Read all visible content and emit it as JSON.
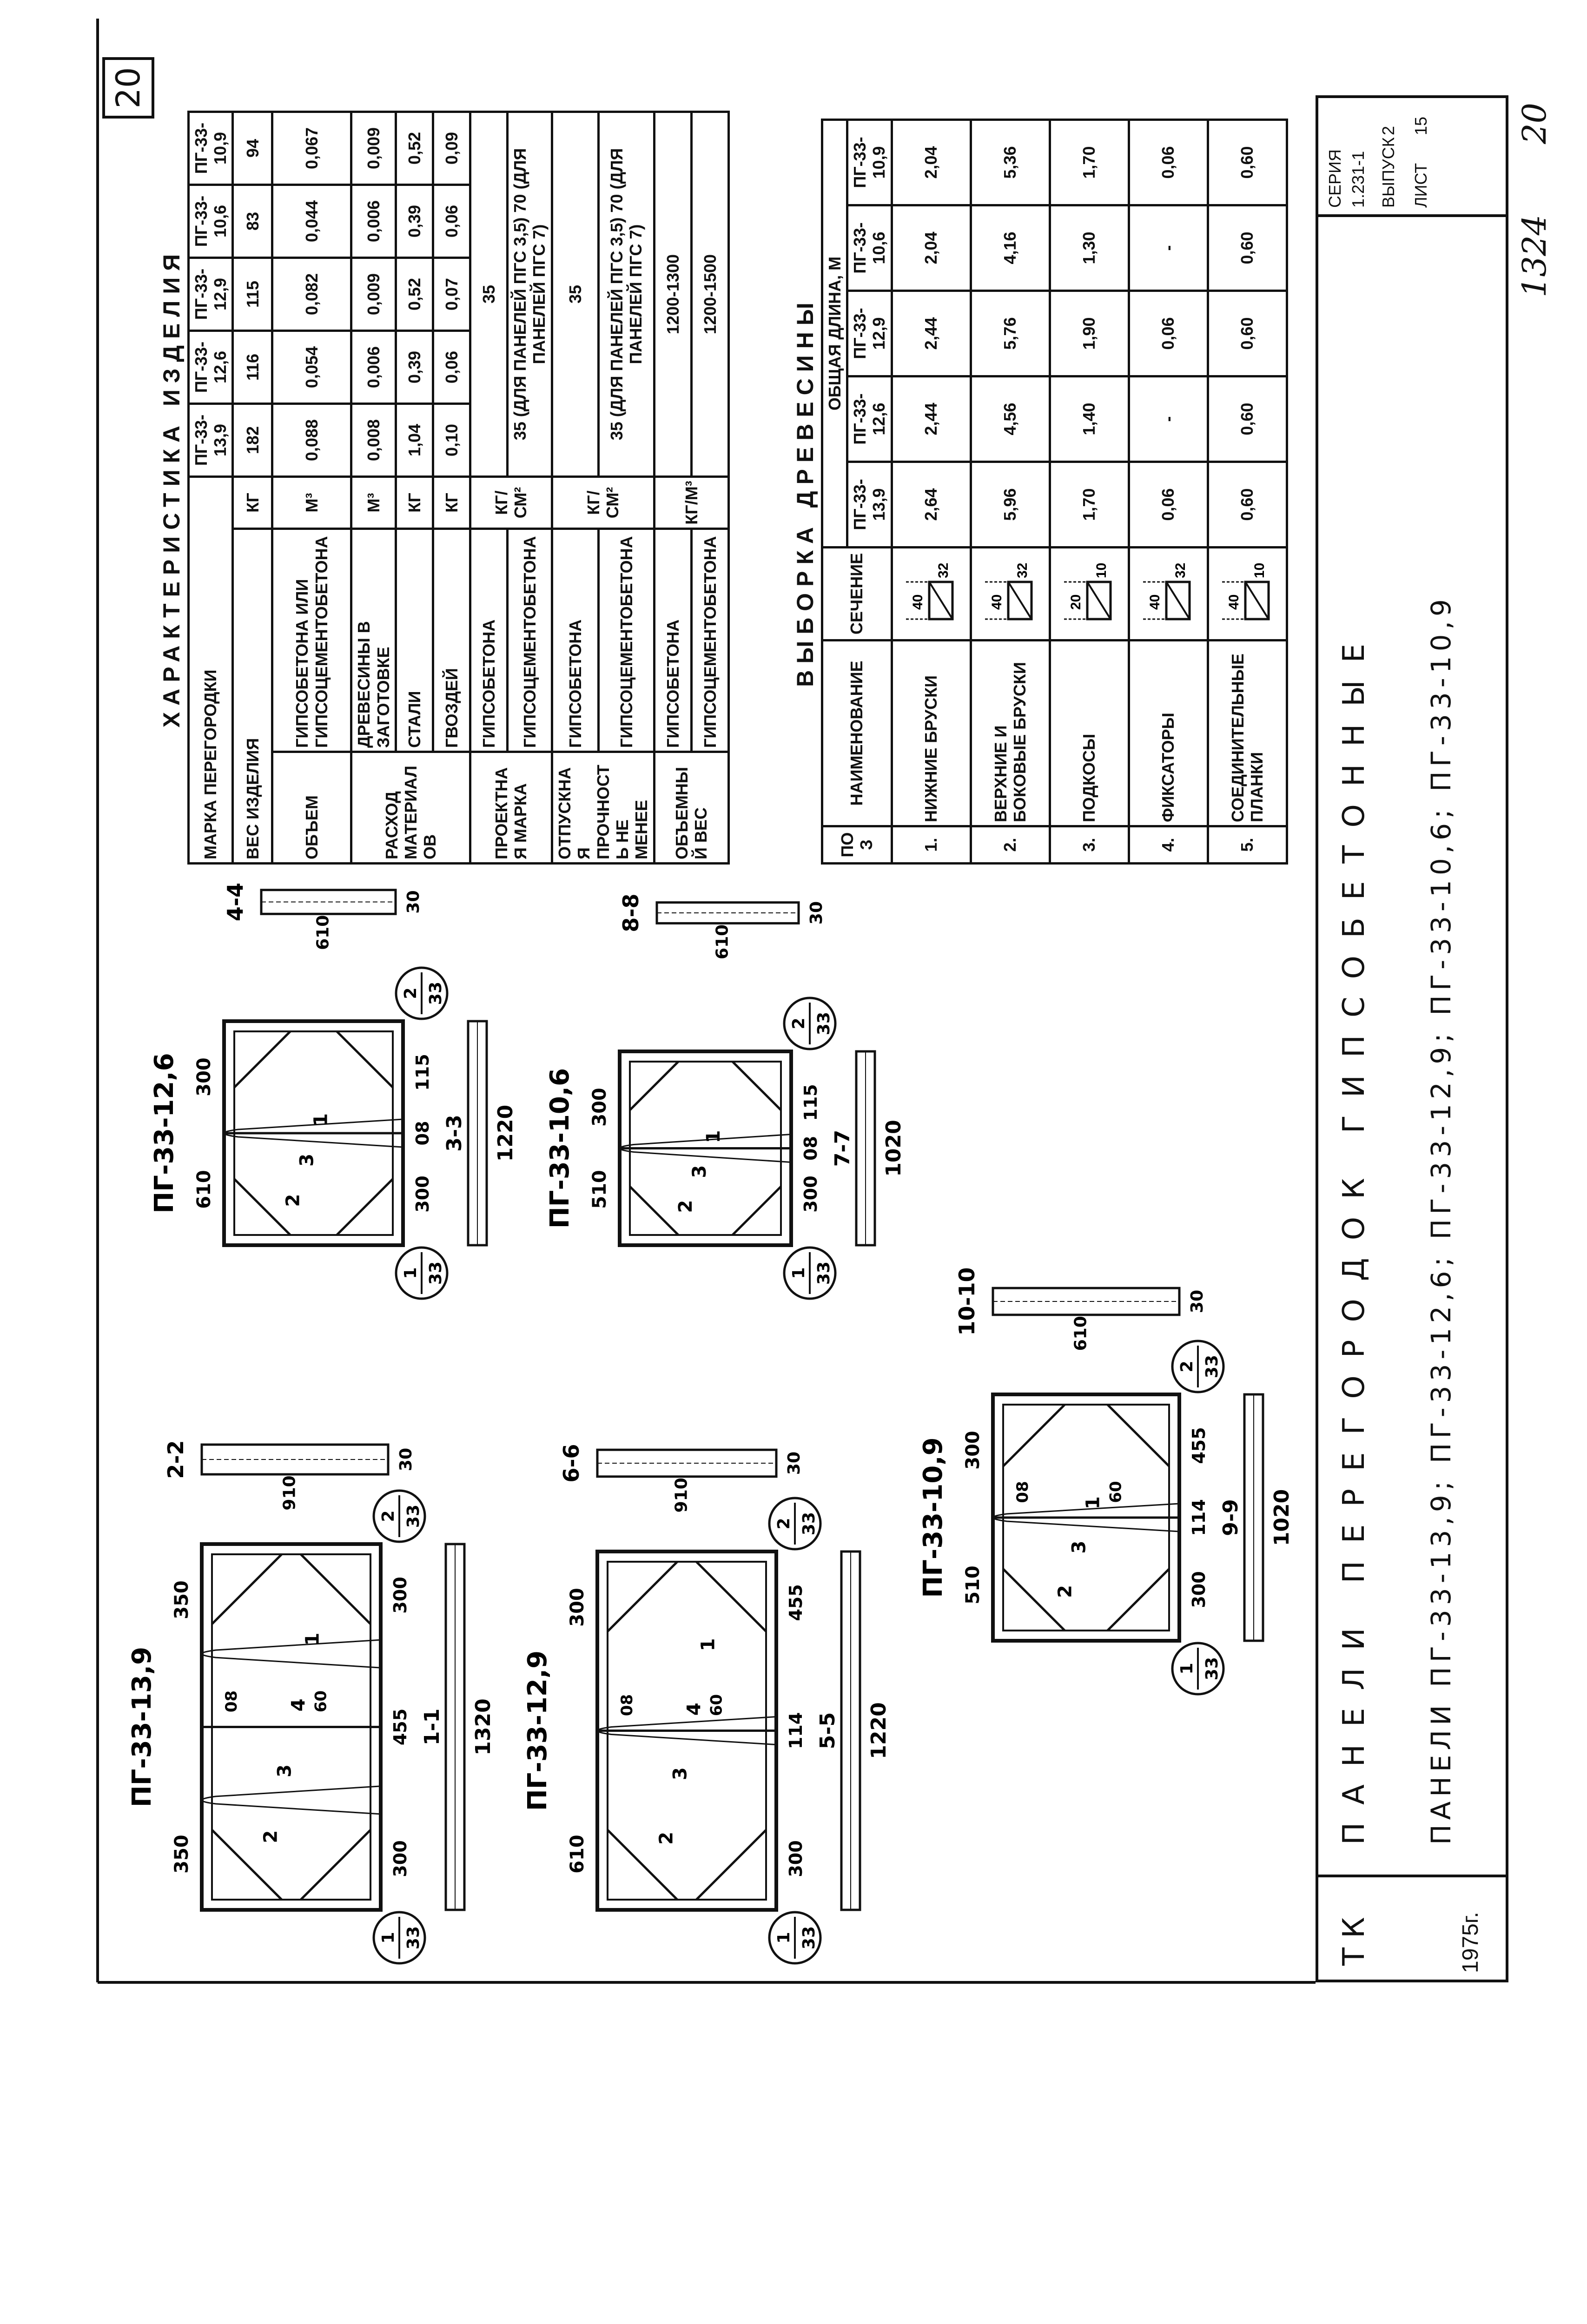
{
  "page_number": "20",
  "handwritten": {
    "sheet": "20",
    "code": "1324"
  },
  "brands": [
    "ПГ-33-13,9",
    "ПГ-33-12,6",
    "ПГ-33-12,9",
    "ПГ-33-10,6",
    "ПГ-33-10,9"
  ],
  "characteristics": {
    "caption": "ХАРАКТЕРИСТИКА ИЗДЕЛИЯ",
    "brand_header": "МАРКА ПЕРЕГОРОДКИ",
    "weight": {
      "label": "ВЕС ИЗДЕЛИЯ",
      "unit": "КГ",
      "values": [
        "182",
        "116",
        "115",
        "83",
        "94"
      ]
    },
    "volume": {
      "label": "ОБЪЕМ",
      "sub": "ГИПСОБЕТОНА ИЛИ ГИПСОЦЕМЕНТОБЕТОНА",
      "unit": "М³",
      "values": [
        "0,088",
        "0,054",
        "0,082",
        "0,044",
        "0,067"
      ]
    },
    "consumption": {
      "label": "РАСХОД МАТЕРИАЛОВ",
      "rows": [
        {
          "sub": "ДРЕВЕСИНЫ В ЗАГОТОВКЕ",
          "unit": "М³",
          "values": [
            "0,008",
            "0,006",
            "0,009",
            "0,006",
            "0,009"
          ]
        },
        {
          "sub": "СТАЛИ",
          "unit": "КГ",
          "values": [
            "1,04",
            "0,39",
            "0,52",
            "0,39",
            "0,52"
          ]
        },
        {
          "sub": "ГВОЗДЕЙ",
          "unit": "КГ",
          "values": [
            "0,10",
            "0,06",
            "0,07",
            "0,06",
            "0,09"
          ]
        }
      ]
    },
    "design_grade": {
      "label": "ПРОЕКТНАЯ МАРКА",
      "unit": "КГ/СМ²",
      "rows": [
        {
          "sub": "ГИПСОБЕТОНА",
          "value": "35"
        },
        {
          "sub": "ГИПСОЦЕМЕНТОБЕТОНА",
          "value": "35 (ДЛЯ ПАНЕЛЕЙ ПГС 3,5)  70 (ДЛЯ ПАНЕЛЕЙ ПГС 7)"
        }
      ]
    },
    "release_strength": {
      "label": "ОТПУСКНАЯ ПРОЧНОСТЬ НЕ МЕНЕЕ",
      "unit": "КГ/СМ²",
      "rows": [
        {
          "sub": "ГИПСОБЕТОНА",
          "value": "35"
        },
        {
          "sub": "ГИПСОЦЕМЕНТОБЕТОНА",
          "value": "35 (ДЛЯ ПАНЕЛЕЙ ПГС 3,5)  70 (ДЛЯ ПАНЕЛЕЙ ПГС 7)"
        }
      ]
    },
    "density": {
      "label": "ОБЪЕМНЫЙ ВЕС",
      "unit": "КГ/М³",
      "rows": [
        {
          "sub": "ГИПСОБЕТОНА",
          "value": "1200-1300"
        },
        {
          "sub": "ГИПСОЦЕМЕНТОБЕТОНА",
          "value": "1200-1500"
        }
      ]
    }
  },
  "timber": {
    "caption": "ВЫБОРКА ДРЕВЕСИНЫ",
    "headers": {
      "pos": "ПОЗ",
      "name": "НАИМЕНОВАНИЕ",
      "section": "СЕЧЕНИЕ",
      "length": "ОБЩАЯ ДЛИНА, М"
    },
    "rows": [
      {
        "pos": "1.",
        "name": "НИЖНИЕ БРУСКИ",
        "section": [
          "40",
          "32"
        ],
        "values": [
          "2,64",
          "2,44",
          "2,44",
          "2,04",
          "2,04"
        ]
      },
      {
        "pos": "2.",
        "name": "ВЕРХНИЕ И БОКОВЫЕ БРУСКИ",
        "section": [
          "40",
          "32"
        ],
        "values": [
          "5,96",
          "4,56",
          "5,76",
          "4,16",
          "5,36"
        ]
      },
      {
        "pos": "3.",
        "name": "ПОДКОСЫ",
        "section": [
          "20",
          "10"
        ],
        "values": [
          "1,70",
          "1,40",
          "1,90",
          "1,30",
          "1,70"
        ]
      },
      {
        "pos": "4.",
        "name": "ФИКСАТОРЫ",
        "section": [
          "40",
          "32"
        ],
        "values": [
          "0,06",
          "-",
          "0,06",
          "-",
          "0,06"
        ]
      },
      {
        "pos": "5.",
        "name": "СОЕДИНИТЕЛЬНЫЕ ПЛАНКИ",
        "section": [
          "40",
          "10"
        ],
        "values": [
          "0,60",
          "0,60",
          "0,60",
          "0,60",
          "0,60"
        ]
      }
    ]
  },
  "title_block": {
    "main": "ПАНЕЛИ ПЕРЕГОРОДОК ГИПСОБЕТОННЫЕ",
    "sub": "ПАНЕЛИ ПГ-33-13,9; ПГ-33-12,6; ПГ-33-12,9; ПГ-33-10,6; ПГ-33-10,9",
    "org": "ТК",
    "year": "1975г.",
    "series_label": "СЕРИЯ",
    "series": "1.231-1",
    "issue_label": "ВЫПУСК",
    "issue": "2",
    "sheet_label": "ЛИСТ",
    "sheet": "15"
  },
  "panels": [
    {
      "title": "ПГ-33-13,9",
      "section": "1-1",
      "length": "1320",
      "dims": [
        "350",
        "350",
        "300",
        "300",
        "455",
        "08",
        "60"
      ],
      "parts": [
        "2",
        "3",
        "4",
        "1"
      ],
      "cut": [
        "1",
        "33",
        "2",
        "33"
      ]
    },
    {
      "title": "ПГ-33-12,6",
      "section": "3-3",
      "length": "1220",
      "dims": [
        "610",
        "300",
        "300",
        "115",
        "08"
      ],
      "parts": [
        "2",
        "3",
        "1"
      ],
      "cut": [
        "1",
        "33",
        "2",
        "33"
      ]
    },
    {
      "title": "ПГ-33-12,9",
      "section": "5-5",
      "length": "1220",
      "dims": [
        "610",
        "300",
        "300",
        "455",
        "114",
        "08",
        "60"
      ],
      "parts": [
        "2",
        "3",
        "4",
        "1"
      ],
      "cut": [
        "1",
        "33",
        "2",
        "33"
      ]
    },
    {
      "title": "ПГ-33-10,6",
      "section": "7-7",
      "length": "1020",
      "dims": [
        "510",
        "300",
        "300",
        "115",
        "08"
      ],
      "parts": [
        "2",
        "3",
        "1"
      ],
      "cut": [
        "1",
        "33",
        "2",
        "33"
      ]
    },
    {
      "title": "ПГ-33-10,9",
      "section": "9-9",
      "length": "1020",
      "dims": [
        "510",
        "300",
        "300",
        "455",
        "114",
        "08",
        "60"
      ],
      "parts": [
        "2",
        "3",
        "1"
      ],
      "cut": [
        "1",
        "33",
        "2",
        "33"
      ]
    }
  ],
  "sections": [
    {
      "label": "2-2",
      "height": "910",
      "thick": "30"
    },
    {
      "label": "4-4",
      "height": "610",
      "thick": "30"
    },
    {
      "label": "6-6",
      "height": "910",
      "thick": "30"
    },
    {
      "label": "8-8",
      "height": "610",
      "thick": "30"
    },
    {
      "label": "10-10",
      "height": "610",
      "thick": "30"
    }
  ]
}
